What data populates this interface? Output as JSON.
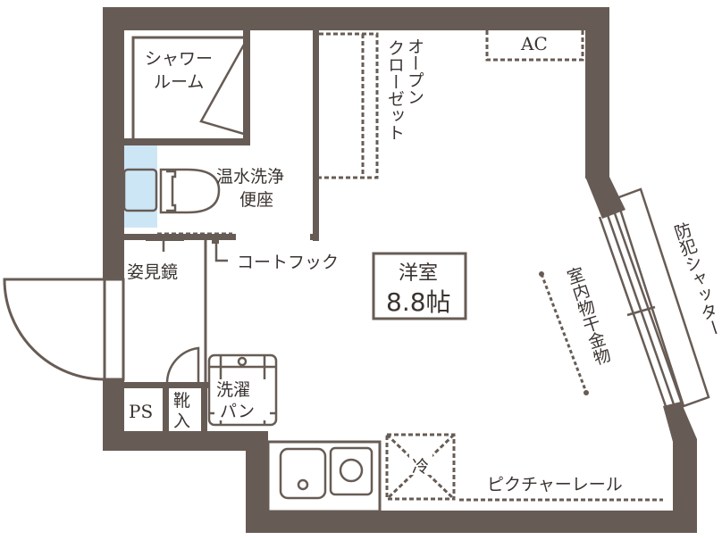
{
  "colors": {
    "wall": "#675c55",
    "text": "#3a3330",
    "toilet_highlight": "#cde6f6",
    "background": "#ffffff"
  },
  "rooms": {
    "main_room": {
      "name": "洋室",
      "size": "8.8帖"
    }
  },
  "labels": {
    "shower_room_line1": "シャワー",
    "shower_room_line2": "ルーム",
    "toilet_line1": "温水洗浄",
    "toilet_line2": "便座",
    "open_closet_col1": "オープン",
    "open_closet_col2": "クローゼット",
    "ac": "AC",
    "mirror": "姿見鏡",
    "coat_hook": "コートフック",
    "ps": "PS",
    "shoe_box_line1": "靴",
    "shoe_box_line2": "入",
    "laundry_pan_line1": "洗濯",
    "laundry_pan_line2": "パン",
    "fridge": "冷",
    "picture_rail": "ピクチャーレール",
    "drying_hardware": "室内物干金物",
    "security_shutter": "防犯シャッター"
  }
}
